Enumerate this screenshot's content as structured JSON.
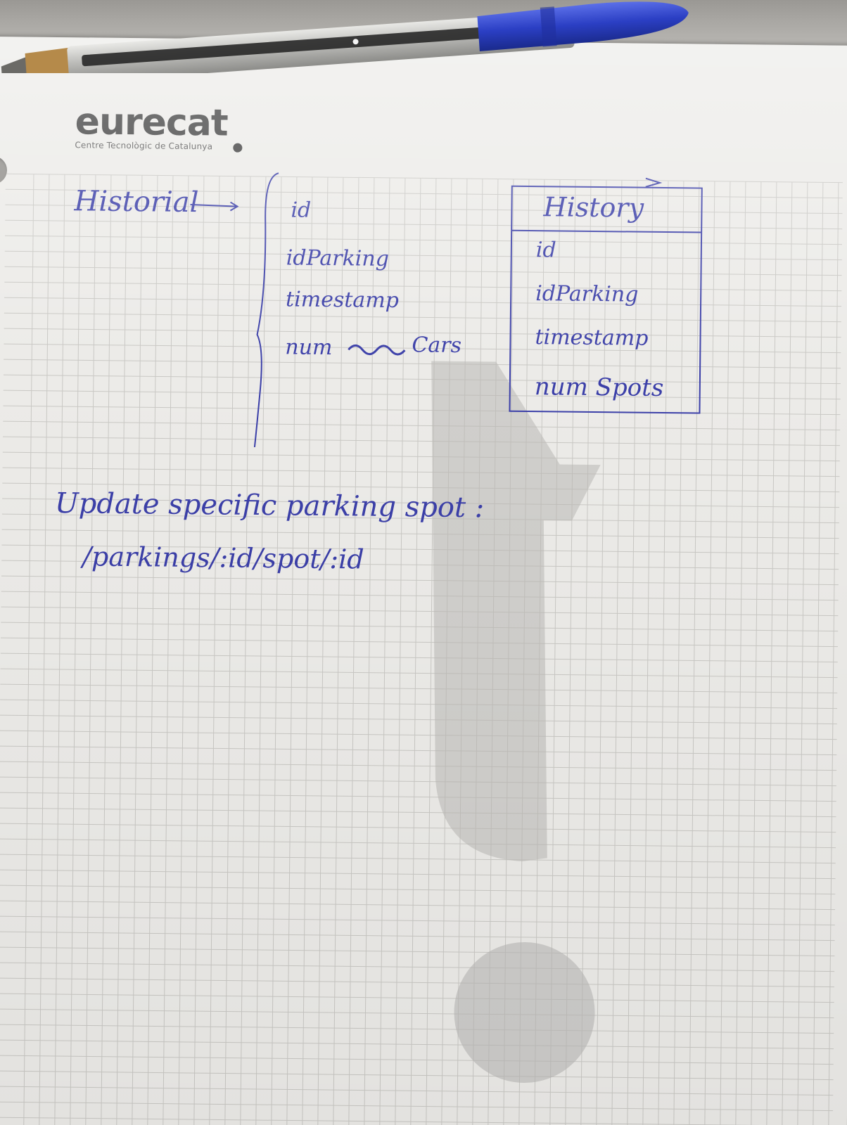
{
  "logo": {
    "wordmark": "eurecat",
    "tagline": "Centre Tecnològic de Catalunya"
  },
  "notes": {
    "left_label": "Historial",
    "left_fields": [
      "id",
      "idParking",
      "timestamp",
      "num",
      "Cars"
    ],
    "right_box": {
      "title": "History",
      "fields": [
        "id",
        "idParking",
        "timestamp",
        "num Spots"
      ]
    },
    "update_line": "Update specific parking spot :",
    "endpoint": "/parkings/:id/spot/:id"
  },
  "colors": {
    "ink": "#3b3fa8",
    "paper": "#ecebe8",
    "grid": "#c9c8c4",
    "watermark": "#c4c3c0",
    "pen_cap": "#2b3fc4"
  },
  "icons": {
    "pen": "ballpoint-pen-icon",
    "arrow": "arrow-right-icon",
    "brace": "curly-brace-icon"
  }
}
